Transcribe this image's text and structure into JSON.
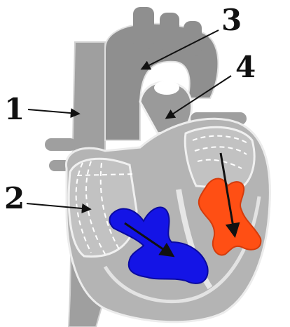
{
  "labels": {
    "one": "1",
    "two": "2",
    "three": "3",
    "four": "4"
  },
  "colors": {
    "background": "#ffffff",
    "heart_body": "#a9a9a9",
    "vessel": "#a0a0a0",
    "outline": "#e8e8e8",
    "inner": "#8f8f8f",
    "blue_blood": "#1414e6",
    "red_blood": "#ff4f14",
    "arrow": "#111111"
  }
}
